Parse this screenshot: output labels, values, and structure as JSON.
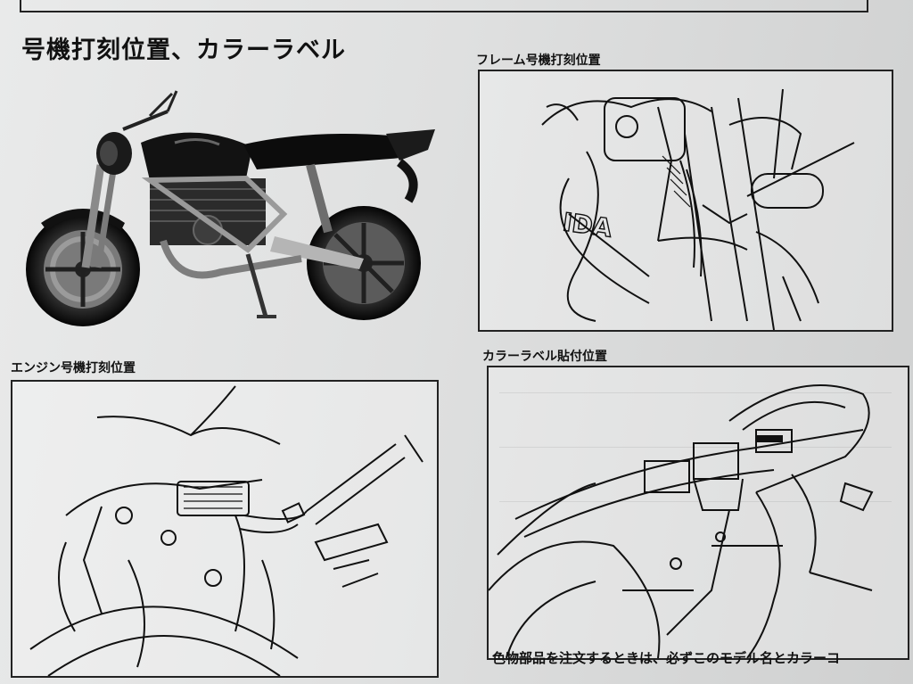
{
  "page": {
    "main_title": "号機打刻位置、カラーラベル",
    "footer_text": "色物部品を注文するときは、必ずこのモデル名とカラーコ"
  },
  "sections": {
    "frame": {
      "label": "フレーム号機打刻位置"
    },
    "engine": {
      "label": "エンジン号機打刻位置"
    },
    "color_label": {
      "label": "カラーラベル貼付位置"
    }
  },
  "illustrations": {
    "frame_emblem_text": "IDA"
  },
  "colors": {
    "paper": "#e4e5e5",
    "ink": "#111111"
  }
}
